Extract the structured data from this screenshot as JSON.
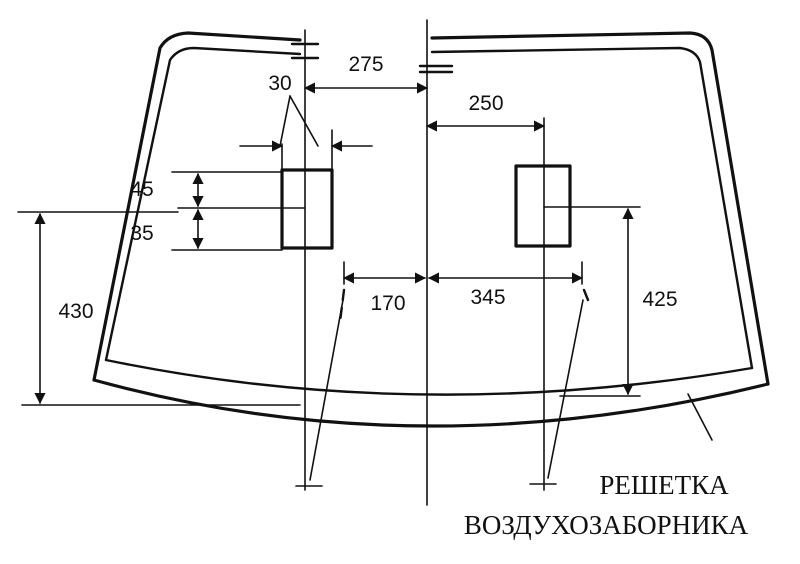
{
  "diagram": {
    "dimensions": {
      "d275": "275",
      "d30": "30",
      "d250": "250",
      "d45": "45",
      "d35": "35",
      "d430": "430",
      "d170": "170",
      "d345": "345",
      "d425": "425"
    },
    "caption": {
      "line1": "РЕШЕТКА",
      "line2": "ВОЗДУХОЗАБОРНИКА"
    }
  }
}
